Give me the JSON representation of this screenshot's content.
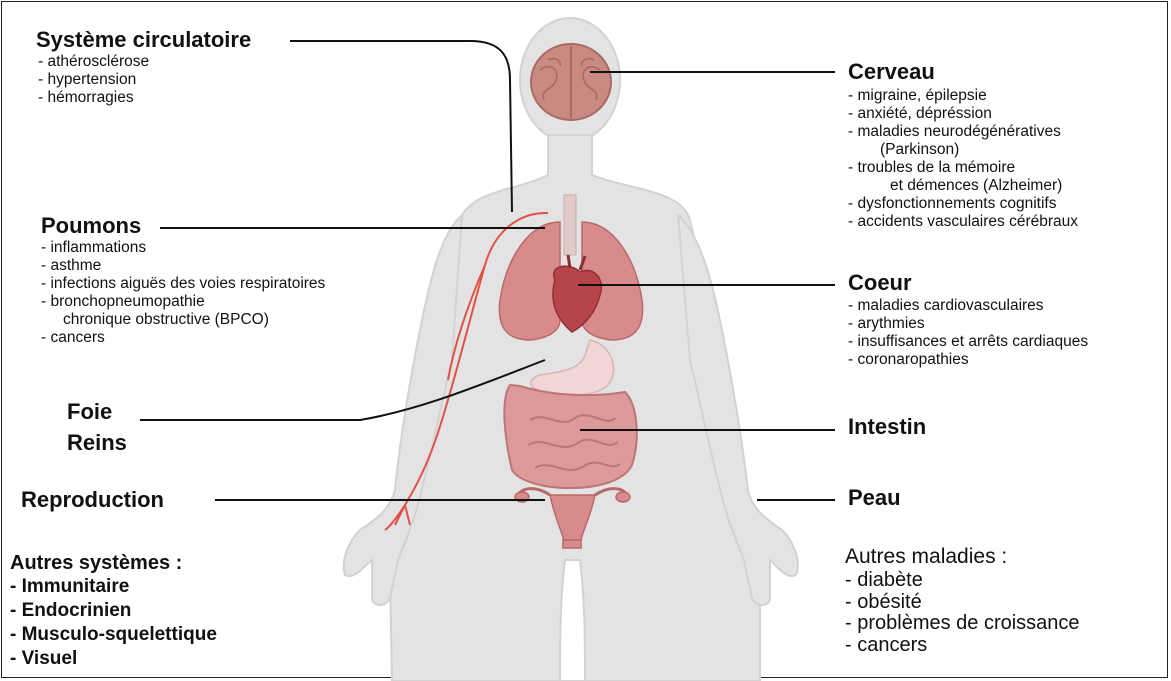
{
  "colors": {
    "body": "#e3e3e3",
    "body_outline": "#d2d2d2",
    "organ_red": "#c96c6c",
    "lung": "#d98a8a",
    "heart": "#b8444b",
    "artery": "#e05247",
    "intestine": "#dd9a9a",
    "stomach": "#f0d6d6",
    "brain": "#c98a82",
    "leader_line": "#111111"
  },
  "left": {
    "circulatoire": {
      "title": "Système circulatoire",
      "items": [
        "- athérosclérose",
        "- hypertension",
        "- hémorragies"
      ]
    },
    "poumons": {
      "title": "Poumons",
      "items": [
        {
          "text": "- inflammations"
        },
        {
          "text": "- asthme"
        },
        {
          "text": "- infections aiguës des voies respiratoires"
        },
        {
          "text": "- bronchopneumopathie",
          "cont": "chronique obstructive (BPCO)"
        },
        {
          "text": "- cancers"
        }
      ]
    },
    "foie_reins": {
      "line1": "Foie",
      "line2": "Reins"
    },
    "reproduction": {
      "title": "Reproduction"
    },
    "autres_systemes": {
      "title": "Autres systèmes :",
      "items": [
        "- Immunitaire",
        "- Endocrinien",
        "- Musculo-squelettique",
        "- Visuel"
      ]
    }
  },
  "right": {
    "cerveau": {
      "title": "Cerveau",
      "items": [
        {
          "text": "- migraine, épilepsie"
        },
        {
          "text": "-  anxiété, dépréssion"
        },
        {
          "text": "- maladies neurodégénératives",
          "cont": "(Parkinson)"
        },
        {
          "text": "- troubles de la mémoire",
          "cont": "et démences (Alzheimer)"
        },
        {
          "text": "- dysfonctionnements cognitifs"
        },
        {
          "text": "- accidents vasculaires cérébraux"
        }
      ]
    },
    "coeur": {
      "title": "Coeur",
      "items": [
        "- maladies cardiovasculaires",
        "- arythmies",
        "- insuffisances et arrêts cardiaques",
        "- coronaropathies"
      ]
    },
    "intestin": {
      "title": "Intestin"
    },
    "peau": {
      "title": "Peau"
    },
    "autres_maladies": {
      "title": "Autres maladies :",
      "items": [
        "- diabète",
        "- obésité",
        "- problèmes de croissance",
        "- cancers"
      ]
    }
  }
}
